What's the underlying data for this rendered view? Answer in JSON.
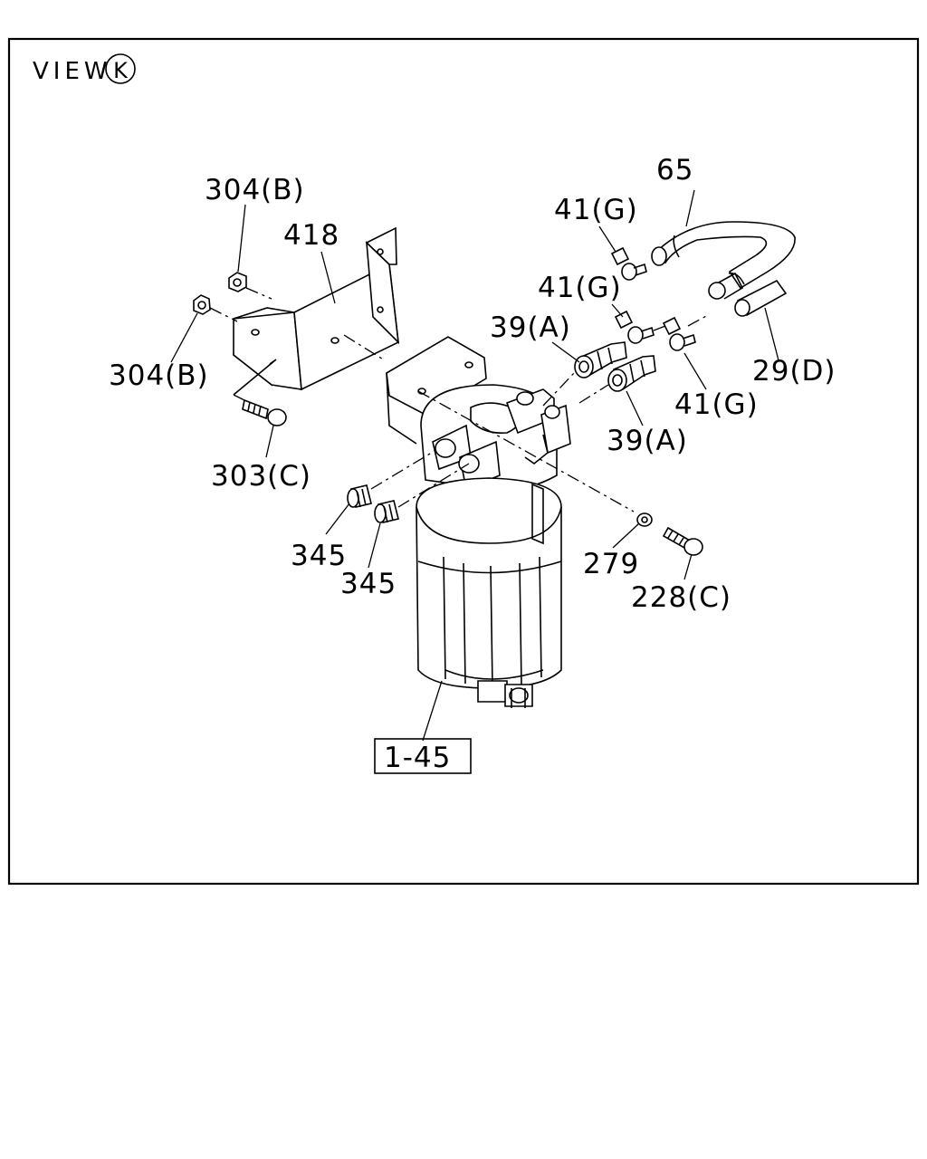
{
  "view": {
    "label": "VIEW",
    "mark": "K"
  },
  "labels": {
    "p65": "65",
    "p41g_a": "41(G)",
    "p304b_top": "304(B)",
    "p418": "418",
    "p41g_b": "41(G)",
    "p39a_a": "39(A)",
    "p304b_left": "304(B)",
    "p29d": "29(D)",
    "p41g_c": "41(G)",
    "p39a_b": "39(A)",
    "p303c": "303(C)",
    "p345_a": "345",
    "p279": "279",
    "p345_b": "345",
    "p228c": "228(C)",
    "p1_45": "1-45"
  }
}
